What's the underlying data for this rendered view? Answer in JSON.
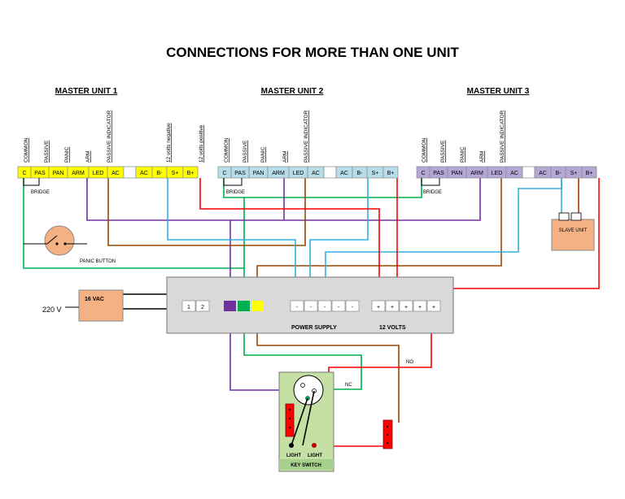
{
  "title": "CONNECTIONS FOR MORE THAN ONE UNIT",
  "units": [
    {
      "name": "MASTER UNIT 1",
      "vertical_labels": [
        "COMMON",
        "PASSIVE",
        "PANIC",
        "ARM",
        "PASSIVE INDICATOR",
        "12 volts negative",
        "12 volts positive"
      ],
      "terminals": [
        "C",
        "PAS",
        "PAN",
        "ARM",
        "LED",
        "AC",
        "",
        "AC",
        "B-",
        "S+",
        "B+"
      ],
      "bridge": "BRIDGE",
      "color": "#ffff00"
    },
    {
      "name": "MASTER UNIT 2",
      "vertical_labels": [
        "COMMON",
        "PASSIVE",
        "PANIC",
        "ARM",
        "PASSIVE INDICATOR"
      ],
      "terminals": [
        "C",
        "PAS",
        "PAN",
        "ARM",
        "LED",
        "AC",
        "",
        "AC",
        "B-",
        "S+",
        "B+"
      ],
      "bridge": "BRIDGE",
      "color": "#b7dde8"
    },
    {
      "name": "MASTER UNIT 3",
      "vertical_labels": [
        "COMMON",
        "PASSIVE",
        "PANIC",
        "ARM",
        "PASSIVE INDICATOR"
      ],
      "terminals": [
        "C",
        "PAS",
        "PAN",
        "ARM",
        "LED",
        "AC",
        "",
        "AC",
        "B-",
        "S+",
        "B+"
      ],
      "bridge": "BRIDGE",
      "color": "#b4a7d6"
    }
  ],
  "panic_button": "PANIC BUTTON",
  "slave_unit": "SLAVE UNIT",
  "transformer": {
    "label": "16 VAC",
    "input": "220 V",
    "terminals": [
      "1",
      "2"
    ]
  },
  "power_supply": {
    "label": "POWER SUPPLY",
    "voltage": "12 VOLTS",
    "neg_terminals": [
      "-",
      "-",
      "-",
      "-",
      "-"
    ],
    "pos_terminals": [
      "+",
      "+",
      "+",
      "+",
      "+"
    ]
  },
  "key_switch": {
    "label": "KEY SWITCH",
    "light_left": "LIGHT",
    "light_right": "LIGHT",
    "nc": "NC",
    "no": "NO"
  },
  "colors": {
    "green": "#00b050",
    "purple": "#7030a0",
    "brown": "#974806",
    "blue": "#31b0e0",
    "red": "#ff0000",
    "box_gray": "#d9d9d9",
    "orange_box": "#f4b183",
    "key_green": "#c5e0a5"
  }
}
